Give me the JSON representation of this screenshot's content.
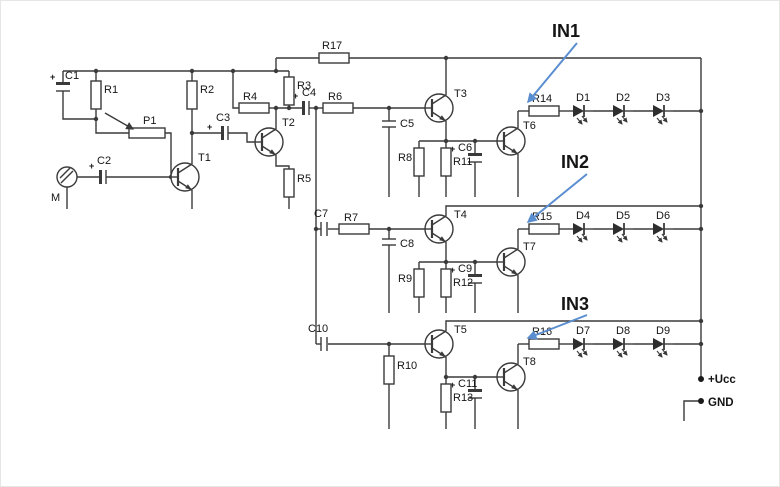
{
  "meta": {
    "description": "Three-stage microphone audio LED level indicator schematic",
    "background": "#ffffff",
    "wire_color": "#3a3a3a",
    "annotation_arrow_color": "#5a8ed0",
    "text_color": "#151515"
  },
  "annotations": {
    "in1": "IN1",
    "in2": "IN2",
    "in3": "IN3"
  },
  "power": {
    "ucc": "+Ucc",
    "gnd": "GND"
  },
  "symbols": {
    "plus": "+"
  },
  "microphone": {
    "label": "M"
  },
  "potentiometer": {
    "label": "P1"
  },
  "resistors": {
    "r1": "R1",
    "r2": "R2",
    "r3": "R3",
    "r4": "R4",
    "r5": "R5",
    "r6": "R6",
    "r7": "R7",
    "r8": "R8",
    "r9": "R9",
    "r10": "R10",
    "r11": "R11",
    "r12": "R12",
    "r13": "R13",
    "r14": "R14",
    "r15": "R15",
    "r16": "R16",
    "r17": "R17"
  },
  "capacitors": {
    "c1": "C1",
    "c2": "C2",
    "c3": "C3",
    "c4": "C4",
    "c5": "C5",
    "c6": "C6",
    "c7": "C7",
    "c8": "C8",
    "c9": "C9",
    "c10": "C10",
    "c11": "C11"
  },
  "transistors": {
    "t1": "T1",
    "t2": "T2",
    "t3": "T3",
    "t4": "T4",
    "t5": "T5",
    "t6": "T6",
    "t7": "T7",
    "t8": "T8"
  },
  "diodes": {
    "d1": "D1",
    "d2": "D2",
    "d3": "D3",
    "d4": "D4",
    "d5": "D5",
    "d6": "D6",
    "d7": "D7",
    "d8": "D8",
    "d9": "D9"
  }
}
